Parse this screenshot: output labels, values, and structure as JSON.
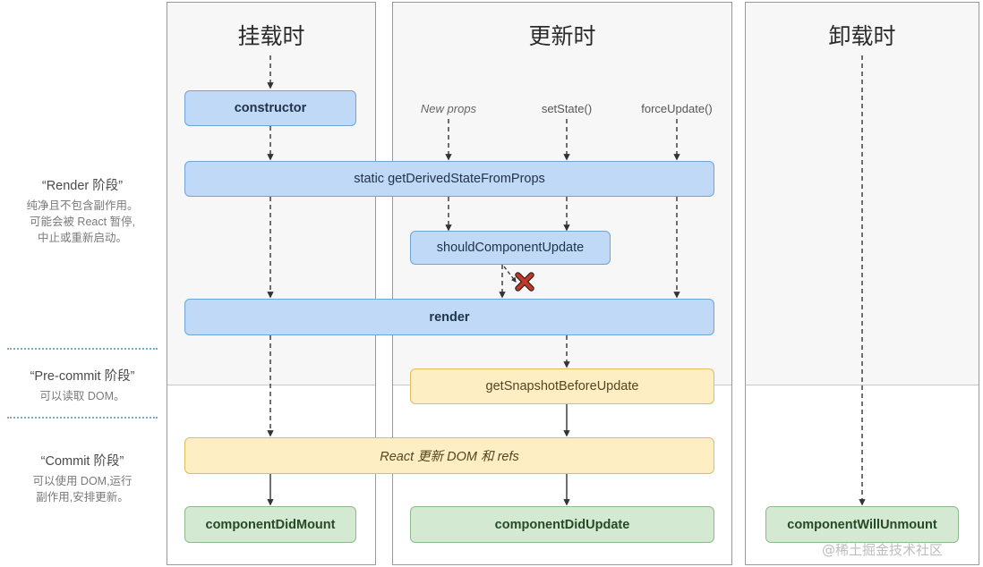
{
  "diagram": {
    "title": "React Lifecycle Methods Diagram",
    "watermark": "@稀土掘金技术社区"
  },
  "columns": [
    {
      "id": "mount",
      "title": "挂载时"
    },
    {
      "id": "update",
      "title": "更新时"
    },
    {
      "id": "unmount",
      "title": "卸载时"
    }
  ],
  "phases": [
    {
      "id": "render",
      "title": "“Render 阶段”",
      "line1": "纯净且不包含副作用。",
      "line2": "可能会被 React 暂停,",
      "line3": "中止或重新启动。"
    },
    {
      "id": "pre-commit",
      "title": "“Pre-commit 阶段”",
      "line1": "可以读取 DOM。",
      "line2": "",
      "line3": ""
    },
    {
      "id": "commit",
      "title": "“Commit 阶段”",
      "line1": "可以使用 DOM,运行",
      "line2": "副作用,安排更新。",
      "line3": ""
    }
  ],
  "triggers": [
    {
      "id": "new-props",
      "label": "New props",
      "italic": true
    },
    {
      "id": "set-state",
      "label": "setState()",
      "italic": false
    },
    {
      "id": "force-update",
      "label": "forceUpdate()",
      "italic": false
    }
  ],
  "nodes": {
    "constructor": "constructor",
    "get_derived_state": "static getDerivedStateFromProps",
    "should_component_update": "shouldComponentUpdate",
    "render": "render",
    "get_snapshot": "getSnapshotBeforeUpdate",
    "react_updates": "React 更新 DOM 和 refs",
    "component_did_mount": "componentDidMount",
    "component_did_update": "componentDidUpdate",
    "component_will_unmount": "componentWillUnmount"
  },
  "colors": {
    "blue_fill": "#bfd9f7",
    "blue_border": "#6fa4d6",
    "yellow_fill": "#fdeec3",
    "yellow_border": "#e0bc5c",
    "green_fill": "#d4e9d2",
    "green_border": "#8cba8b",
    "panel_tint": "#f7f7f7",
    "phase_rule": "#7fa9c9",
    "abort_marker": "#c0392b"
  },
  "markers": {
    "abort": "x-mark-icon"
  }
}
